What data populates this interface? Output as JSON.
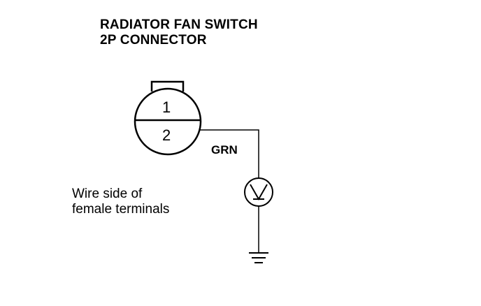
{
  "title": {
    "line1": "RADIATOR FAN SWITCH",
    "line2": "2P CONNECTOR"
  },
  "connector": {
    "pin1": "1",
    "pin2": "2"
  },
  "wire": {
    "color_label": "GRN"
  },
  "note": {
    "line1": "Wire side of",
    "line2": "female terminals"
  },
  "symbols": {
    "meter": "voltmeter-icon",
    "ground": "ground-icon"
  }
}
